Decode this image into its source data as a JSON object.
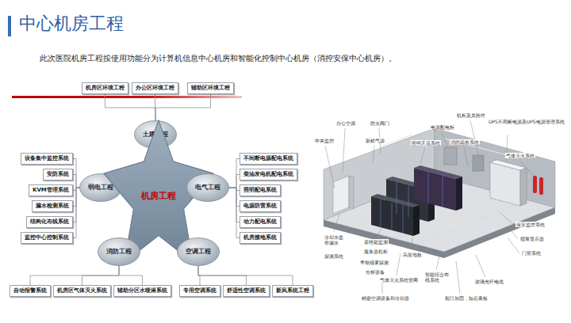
{
  "diagram": {
    "title": "中心机房工程",
    "caption": "此次医院机房工程按使用功能分为计算机信息中心机房和智能化控制中心机房（消控安保中心机房）。",
    "nodes": [
      {
        "text": [
          "机房区环境工程"
        ]
      },
      {
        "text": [
          "办公区环境工程"
        ]
      },
      {
        "text": [
          "辅助区环境工程"
        ]
      },
      {
        "text": [
          "土建工程"
        ]
      },
      {
        "text": [
          "设备集中监控系统"
        ]
      },
      {
        "text": [
          "安防系统"
        ]
      },
      {
        "text": [
          "KVM管理系统"
        ]
      },
      {
        "text": [
          "漏水检测系统"
        ]
      },
      {
        "text": [
          "结构化布线系统"
        ]
      },
      {
        "text": [
          "监控中心控制系统"
        ]
      },
      {
        "text": [
          "弱电工程"
        ]
      },
      {
        "text": [
          "机房工程"
        ]
      },
      {
        "text": [
          "电气工程"
        ]
      },
      {
        "text": [
          "不间断电源配电系统"
        ]
      },
      {
        "text": [
          "柴油发电机配电系统"
        ]
      },
      {
        "text": [
          "照明配电系统"
        ]
      },
      {
        "text": [
          "电源防雷系统"
        ]
      },
      {
        "text": [
          "动力配电系统"
        ]
      },
      {
        "text": [
          "机房接地系统"
        ]
      },
      {
        "text": [
          "消防工程"
        ]
      },
      {
        "text": [
          "空调工程"
        ]
      },
      {
        "text": [
          "自动报警系统"
        ]
      },
      {
        "text": [
          "机房区气体灭火系统"
        ]
      },
      {
        "text": [
          "辅助分区水喷淋系统"
        ]
      },
      {
        "text": [
          "专用空调系统"
        ]
      },
      {
        "text": [
          "舒适性空调系统"
        ]
      },
      {
        "text": [
          "新风系统工程"
        ]
      }
    ],
    "edges": [
      {
        "from": 3,
        "to": 0,
        "arrow": "none"
      },
      {
        "from": 3,
        "to": 1,
        "arrow": "none"
      },
      {
        "from": 3,
        "to": 2,
        "arrow": "none"
      },
      {
        "from": 10,
        "to": 4,
        "arrow": "none"
      },
      {
        "from": 10,
        "to": 5,
        "arrow": "none"
      },
      {
        "from": 10,
        "to": 6,
        "arrow": "none"
      },
      {
        "from": 10,
        "to": 7,
        "arrow": "none"
      },
      {
        "from": 10,
        "to": 8,
        "arrow": "none"
      },
      {
        "from": 10,
        "to": 9,
        "arrow": "none"
      },
      {
        "from": 12,
        "to": 13,
        "arrow": "none"
      },
      {
        "from": 12,
        "to": 14,
        "arrow": "none"
      },
      {
        "from": 12,
        "to": 15,
        "arrow": "none"
      },
      {
        "from": 12,
        "to": 16,
        "arrow": "none"
      },
      {
        "from": 12,
        "to": 17,
        "arrow": "none"
      },
      {
        "from": 12,
        "to": 18,
        "arrow": "none"
      },
      {
        "from": 19,
        "to": 21,
        "arrow": "none"
      },
      {
        "from": 19,
        "to": 22,
        "arrow": "none"
      },
      {
        "from": 19,
        "to": 23,
        "arrow": "none"
      },
      {
        "from": 20,
        "to": 24,
        "arrow": "none"
      },
      {
        "from": 20,
        "to": 25,
        "arrow": "none"
      },
      {
        "from": 20,
        "to": 26,
        "arrow": "none"
      }
    ],
    "labels": [
      "办公空调",
      "防火阀门",
      "新鲜气源",
      "照明天花系统",
      "电源配电柜",
      "机柜及其附件",
      "消防疏散系统",
      "UPS不间断电源及UPS电源管理系统",
      "气体灭火系统",
      "中央监控",
      "冷却水盘带漏水",
      "探测系统",
      "基性能监测",
      "服务器机柜",
      "早期烟雾探测",
      "分析设备",
      "高架地板",
      "气体灭火系统管网",
      "智能综合布线系统",
      "玻璃光纤电缆",
      "保安监控系统",
      "报警显示器",
      "门禁系统",
      "精密空调设备和冷却器",
      "裂口加固，如石膏板"
    ]
  }
}
